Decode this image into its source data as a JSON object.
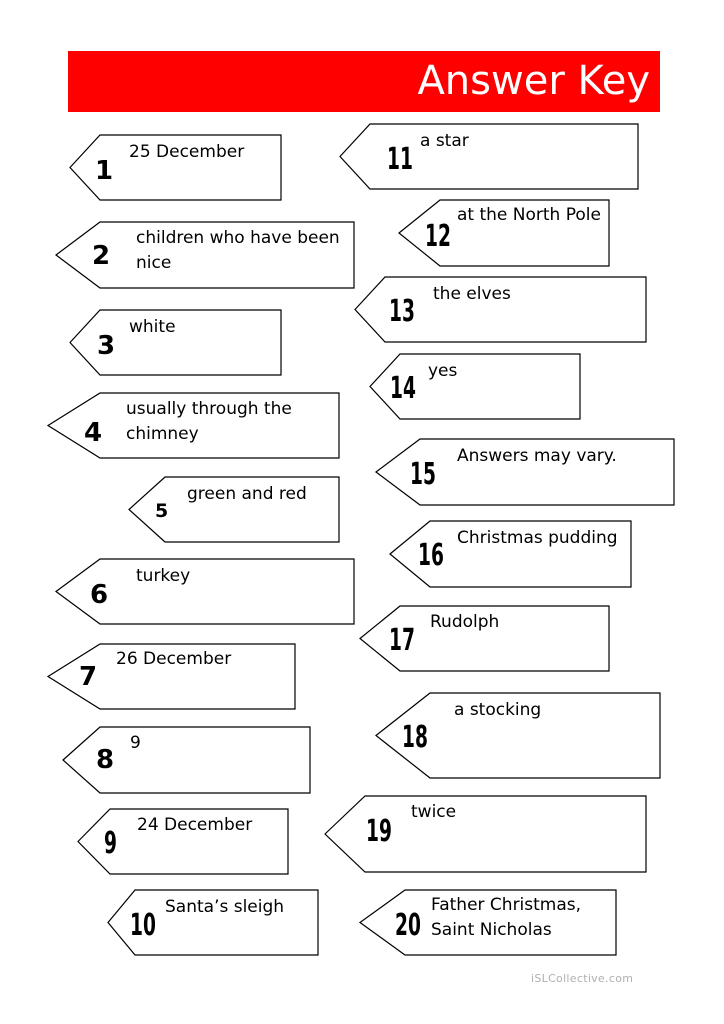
{
  "header": {
    "title": "Answer Key",
    "bg_color": "#ff0000"
  },
  "answers": [
    {
      "num": "1",
      "text": "25 December"
    },
    {
      "num": "2",
      "text": "children who have been nice"
    },
    {
      "num": "3",
      "text": "white"
    },
    {
      "num": "4",
      "text": "usually through the chimney"
    },
    {
      "num": "5",
      "text": "green and red"
    },
    {
      "num": "6",
      "text": "turkey"
    },
    {
      "num": "7",
      "text": "26 December"
    },
    {
      "num": "8",
      "text": "9"
    },
    {
      "num": "9",
      "text": "24 December"
    },
    {
      "num": "10",
      "text": "Santa’s sleigh"
    },
    {
      "num": "11",
      "text": "a star"
    },
    {
      "num": "12",
      "text": "at the North Pole"
    },
    {
      "num": "13",
      "text": "the elves"
    },
    {
      "num": "14",
      "text": "yes"
    },
    {
      "num": "15",
      "text": "Answers may vary."
    },
    {
      "num": "16",
      "text": "Christmas pudding"
    },
    {
      "num": "17",
      "text": "Rudolph"
    },
    {
      "num": "18",
      "text": "a stocking"
    },
    {
      "num": "19",
      "text": "twice"
    },
    {
      "num": "20",
      "text": "Father Christmas, Saint Nicholas"
    }
  ],
  "footer": {
    "watermark": "iSLCollective.com"
  }
}
